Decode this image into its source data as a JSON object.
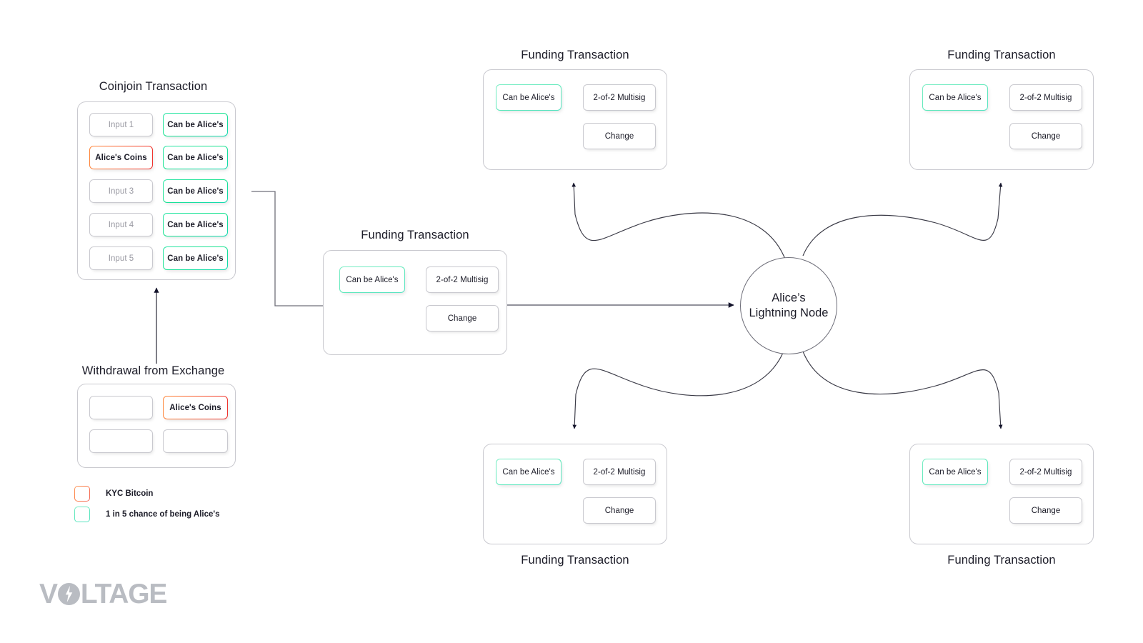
{
  "brand": {
    "name_before": "V",
    "name_after": "LTAGE",
    "logo_icon": "voltage-lightning-logo",
    "color": "#b9bcc2"
  },
  "colors": {
    "kyc_border_start": "#ff8a3d",
    "kyc_border_end": "#f0312e",
    "green_border_start": "#2ee6a8",
    "green_border_end": "#10d9b0",
    "panel_border": "#c9c9cf",
    "text": "#1c1c28",
    "muted_text": "#9a9aa3",
    "arrow": "#1a1a2e"
  },
  "groups": {
    "coinjoin": {
      "title": "Coinjoin Transaction",
      "inputs": [
        {
          "label": "Input 1",
          "style": "muted"
        },
        {
          "label": "Alice's Coins",
          "style": "kyc"
        },
        {
          "label": "Input 3",
          "style": "muted"
        },
        {
          "label": "Input 4",
          "style": "muted"
        },
        {
          "label": "Input 5",
          "style": "muted"
        }
      ],
      "outputs": [
        {
          "label": "Can be Alice's",
          "style": "green"
        },
        {
          "label": "Can be Alice's",
          "style": "green"
        },
        {
          "label": "Can be Alice's",
          "style": "green"
        },
        {
          "label": "Can be Alice's",
          "style": "green"
        },
        {
          "label": "Can be Alice's",
          "style": "green"
        }
      ]
    },
    "withdrawal": {
      "title": "Withdrawal from Exchange",
      "cells": [
        {
          "label": "",
          "style": "empty"
        },
        {
          "label": "Alice's Coins",
          "style": "kyc"
        },
        {
          "label": "",
          "style": "empty"
        },
        {
          "label": "",
          "style": "empty"
        }
      ]
    },
    "funding_center": {
      "title": "Funding Transaction",
      "input": {
        "label": "Can be Alice's",
        "style": "green"
      },
      "outputs": [
        {
          "label": "2-of-2 Multisig"
        },
        {
          "label": "Change"
        }
      ]
    },
    "funding_top_left": {
      "title": "Funding Transaction",
      "input": {
        "label": "Can be Alice's",
        "style": "green"
      },
      "outputs": [
        {
          "label": "2-of-2 Multisig"
        },
        {
          "label": "Change"
        }
      ]
    },
    "funding_top_right": {
      "title": "Funding Transaction",
      "input": {
        "label": "Can be Alice's",
        "style": "green"
      },
      "outputs": [
        {
          "label": "2-of-2 Multisig"
        },
        {
          "label": "Change"
        }
      ]
    },
    "funding_bottom_left": {
      "title": "Funding Transaction",
      "input": {
        "label": "Can be Alice's",
        "style": "green"
      },
      "outputs": [
        {
          "label": "2-of-2 Multisig"
        },
        {
          "label": "Change"
        }
      ]
    },
    "funding_bottom_right": {
      "title": "Funding Transaction",
      "input": {
        "label": "Can be Alice's",
        "style": "green"
      },
      "outputs": [
        {
          "label": "2-of-2 Multisig"
        },
        {
          "label": "Change"
        }
      ]
    }
  },
  "node": {
    "line1": "Alice’s",
    "line2": "Lightning Node"
  },
  "legend": {
    "items": [
      {
        "label": "KYC Bitcoin",
        "swatch": "kyc"
      },
      {
        "label": "1 in 5 chance of being Alice's",
        "swatch": "chance"
      }
    ]
  }
}
